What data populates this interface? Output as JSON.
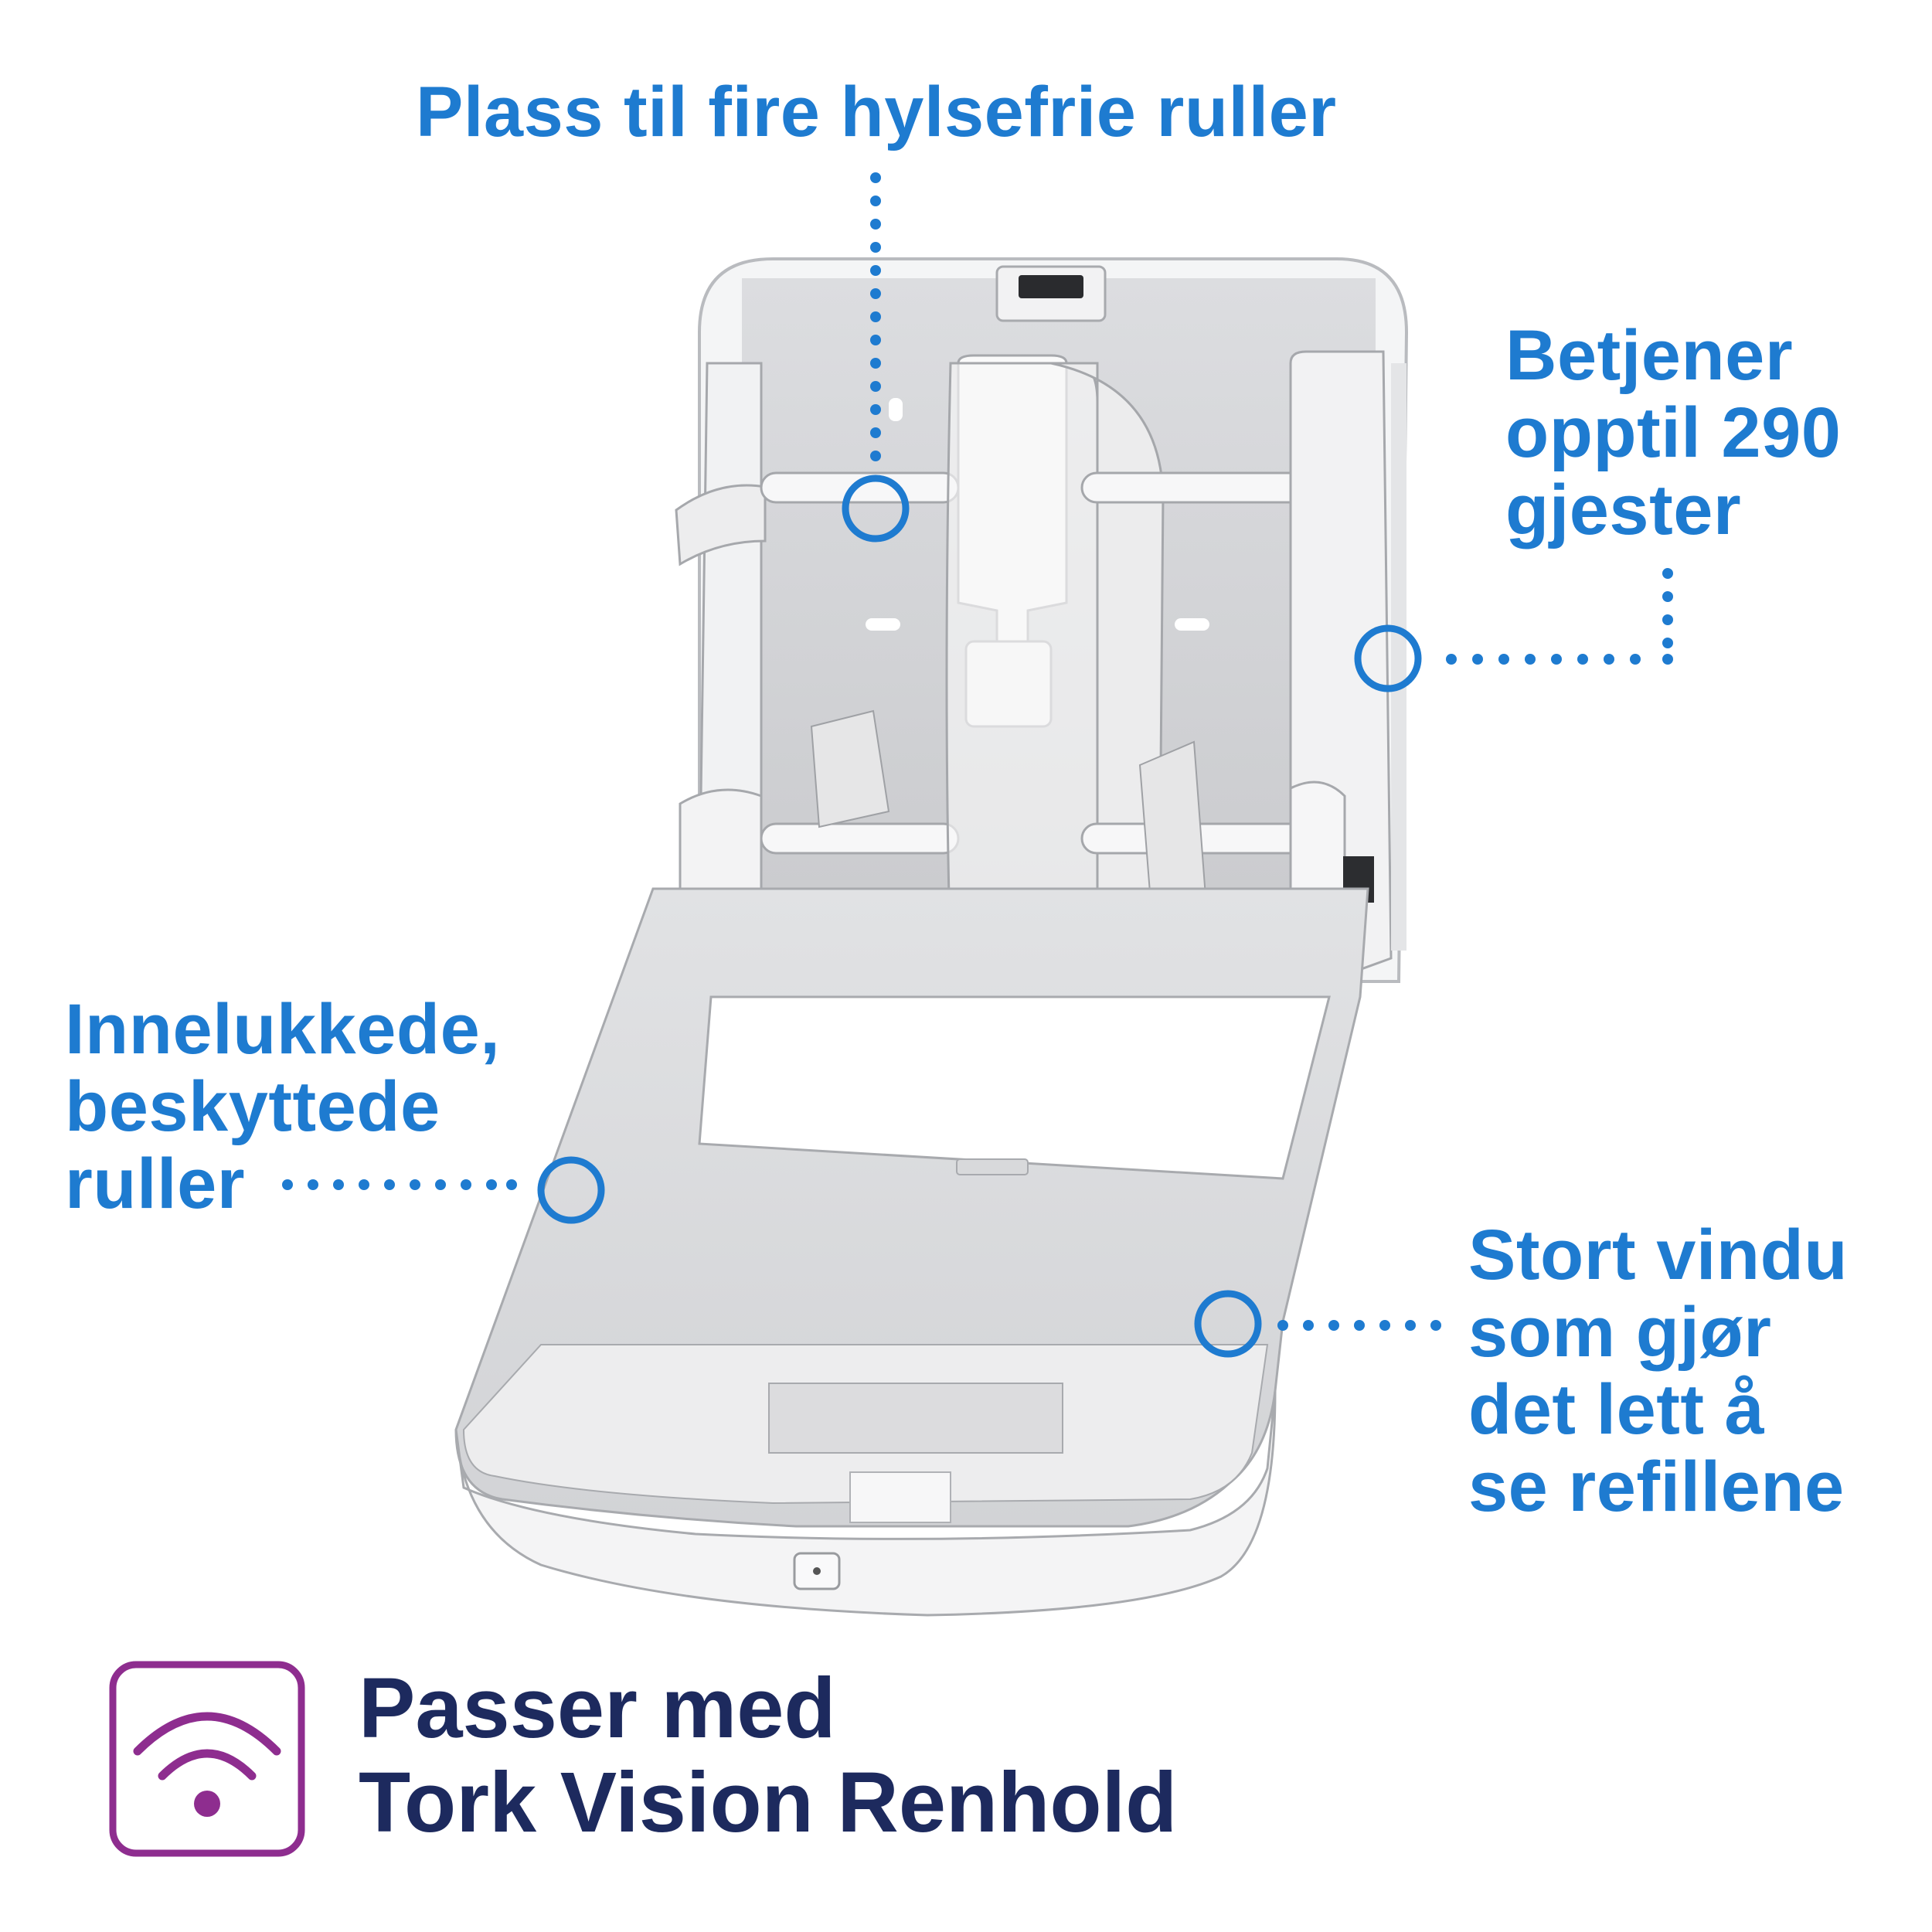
{
  "callouts": {
    "top": {
      "lines": [
        "Plass til fire hylsefrie ruller"
      ]
    },
    "right": {
      "lines": [
        "Betjener",
        "opptil 290",
        "gjester"
      ]
    },
    "left": {
      "lines": [
        "Innelukkede,",
        "beskyttede",
        "ruller"
      ]
    },
    "bottom_right": {
      "lines": [
        "Stort vindu",
        "som gjør",
        "det lett å",
        "se refillene"
      ]
    }
  },
  "badge": {
    "icon": "wifi-signal-icon",
    "lines": [
      "Passer med",
      "Tork Vision Renhold"
    ]
  },
  "colors": {
    "callout_text": "#1e7bd0",
    "badge_text": "#1d2a5e",
    "badge_icon": "#8e2d8f",
    "leader_line": "#1e7bd0"
  }
}
